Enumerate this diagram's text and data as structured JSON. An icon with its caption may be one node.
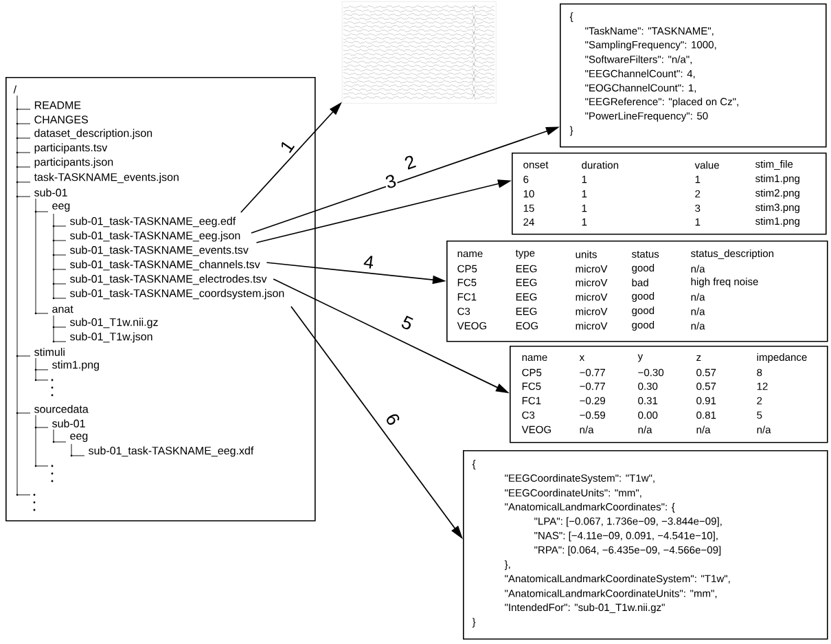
{
  "diagram": {
    "nodes": [
      {
        "text": [
          "/"
        ]
      },
      {
        "text": [
          "sub-01_task-TASKNAME_eeg.edf"
        ],
        "in": 0
      },
      {
        "text": [
          "sub-01_task-TASKNAME_eeg.json"
        ],
        "in": 0
      },
      {
        "text": [
          "sub-01_task-TASKNAME_events.tsv"
        ],
        "in": 0
      },
      {
        "text": [
          "sub-01_task-TASKNAME_channels.tsv"
        ],
        "in": 0
      },
      {
        "text": [
          "sub-01_task-TASKNAME_electrodes.tsv"
        ],
        "in": 0
      },
      {
        "text": [
          "sub-01_task-TASKNAME_coordsystem.json"
        ],
        "in": 0
      },
      {
        "text": [],
        "shape": "picture"
      },
      {
        "text": [
          "{",
          "\"TaskName\": \"TASKNAME\",",
          "\"SamplingFrequency\": 1000,",
          "\"SoftwareFilters\": \"n/a\",",
          "\"EEGChannelCount\": 4,",
          "\"EOGChannelCount\": 1,",
          "\"EEGReference\": \"placed on Cz\",",
          "\"PowerLineFrequency\": 50",
          "}"
        ]
      },
      {
        "text": [
          "onset",
          "duration",
          "value",
          "stim_file",
          "6",
          "1",
          "1",
          "stim1.png",
          "10",
          "1",
          "2",
          "stim2.png",
          "15",
          "1",
          "3",
          "stim3.png",
          "24",
          "1",
          "1",
          "stim1.png"
        ]
      },
      {
        "text": [
          "name",
          "type",
          "units",
          "status",
          "status_description",
          "CP5",
          "EEG",
          "microV",
          "good",
          "n/a",
          "FC5",
          "EEG",
          "microV",
          "bad",
          "high freq noise",
          "FC1",
          "EEG",
          "microV",
          "good",
          "n/a",
          "C3",
          "EEG",
          "microV",
          "good",
          "n/a",
          "VEOG",
          "EOG",
          "microV",
          "good",
          "n/a"
        ]
      },
      {
        "text": [
          "name",
          "x",
          "y",
          "z",
          "impedance",
          "CP5",
          "−0.77",
          "−0.30",
          "0.57",
          "8",
          "FC5",
          "−0.77",
          "0.30",
          "0.57",
          "12",
          "FC1",
          "−0.29",
          "0.31",
          "0.91",
          "2",
          "C3",
          "−0.59",
          "0.00",
          "0.81",
          "5",
          "VEOG",
          "n/a",
          "n/a",
          "n/a",
          "n/a"
        ]
      },
      {
        "text": [
          "{",
          "\"EEGCoordinateSystem\": \"T1w\",",
          "\"EEGCoordinateUnits\": \"mm\",",
          "\"AnatomicalLandmarkCoordinates\": {",
          "\"LPA\": [−0.067, 1.736e−09, −3.844e−09],",
          "\"NAS\": [−4.11e−09, 0.091, −4.541e−10],",
          "\"RPA\": [0.064, −6.435e−09, −4.566e−09]",
          "},",
          "\"AnatomicalLandmarkCoordinateSystem\": \"T1w\",",
          "\"AnatomicalLandmarkCoordinateUnits\": \"mm\",",
          "\"IntendedFor\": \"sub-01_T1w.nii.gz\"",
          "}"
        ]
      }
    ],
    "edges": [
      {
        "from": 1,
        "to": 7,
        "arrow": "to",
        "label": "1"
      },
      {
        "from": 2,
        "to": 8,
        "arrow": "to",
        "label": "2"
      },
      {
        "from": 3,
        "to": 9,
        "arrow": "to",
        "label": "3"
      },
      {
        "from": 4,
        "to": 10,
        "arrow": "to",
        "label": "4"
      },
      {
        "from": 5,
        "to": 11,
        "arrow": "to",
        "label": "5"
      },
      {
        "from": 6,
        "to": 12,
        "arrow": "to",
        "label": "6"
      }
    ],
    "labels": [
      "README",
      "CHANGES",
      "dataset_description.json",
      "participants.tsv",
      "participants.json",
      "task-TASKNAME_events.json",
      "sub-01",
      "eeg",
      "anat",
      "sub-01_T1w.nii.gz",
      "sub-01_T1w.json",
      "stimuli",
      "stim1.png",
      "sourcedata",
      "sub-01",
      "eeg",
      "sub-01_task-TASKNAME_eeg.xdf"
    ]
  }
}
